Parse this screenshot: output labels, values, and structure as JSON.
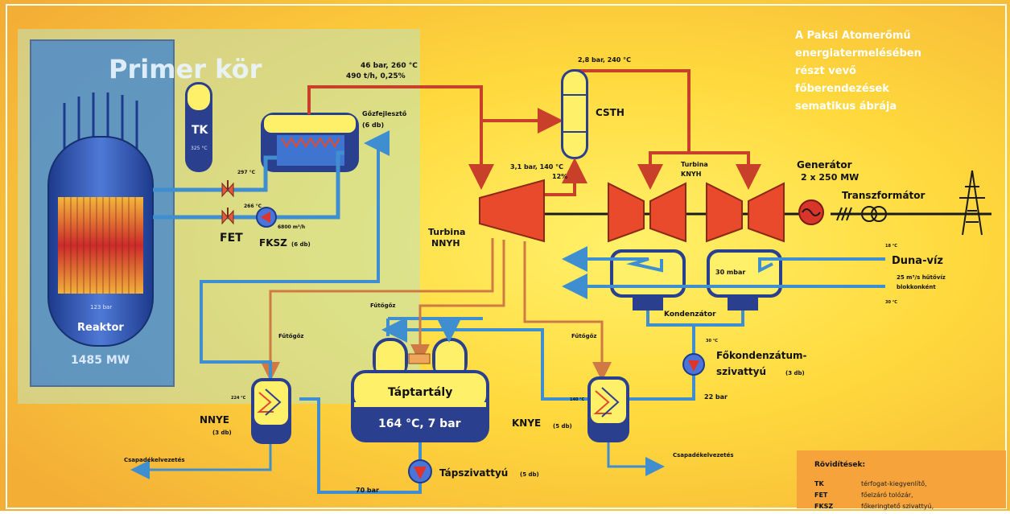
{
  "title": {
    "lines": [
      "A Paksi Atomerőmű",
      "energiatermelésében",
      "részt vevő",
      "főberendezések",
      "sematikus ábrája"
    ]
  },
  "primary": {
    "label": "Primer kör",
    "reactor_label": "Reaktor",
    "reactor_power": "1485 MW",
    "reactor_small": "123 bar",
    "tk_label": "TK",
    "tk_small": "325 °C",
    "fet_label": "FET",
    "fksz_label": "FKSZ",
    "fksz_count": "(6 db)",
    "temp_hot": "297 °C",
    "temp_cold": "266 °C",
    "flow": "6800 m³/h"
  },
  "steam_generator": {
    "label": "Gőzfejlesztő",
    "count": "(6 db)",
    "out_line1": "46 bar, 260 °C",
    "out_line2": "490 t/h, 0,25%"
  },
  "csth": {
    "label": "CSTH",
    "top_params": "2,8 bar, 240 °C",
    "in_line1": "3,1 bar, 140 °C",
    "in_line2": "12%"
  },
  "turbines": {
    "hp_line1": "Turbina",
    "hp_line2": "NNYH",
    "lp_line1": "Turbina",
    "lp_line2": "KNYH"
  },
  "generator": {
    "label": "Generátor",
    "rating": "2 x 250 MW",
    "transformer": "Transzformátor"
  },
  "condenser": {
    "pressure": "30 mbar",
    "label": "Kondenzátor",
    "river": "Duna-víz",
    "in_temp": "18 °C",
    "out_temp": "30 °C",
    "cooling_line1": "25 m³/s hűtővíz",
    "cooling_line2": "blokkonként"
  },
  "pumps": {
    "main_line1": "Főkondenzátum-",
    "main_line2": "szivattyú",
    "main_count": "(3 db)",
    "main_temp": "30 °C",
    "main_pressure": "22 bar",
    "feed_label": "Tápszivattyú",
    "feed_count": "(5 db)",
    "feed_pressure": "70 bar"
  },
  "feedwater_tank": {
    "label": "Táptartály",
    "params": "164 °C, 7 bar"
  },
  "heaters": {
    "nnye_label": "NNYE",
    "nnye_count": "(3 db)",
    "nnye_temp": "224 °C",
    "knye_label": "KNYE",
    "knye_count": "(5 db)",
    "knye_temp": "140 °C",
    "heating_steam": "Fűtőgőz",
    "condensate_drain": "Csapadékelvezetés"
  },
  "abbreviations": {
    "title": "Rövidítések:",
    "items": [
      {
        "key": "TK",
        "text": "térfogat-kiegyenlítő,"
      },
      {
        "key": "FET",
        "text": "főelzáró tolózár,"
      },
      {
        "key": "FKSZ",
        "text": "főkeringtető szivattyú,"
      }
    ]
  },
  "colors": {
    "background_light": "#ffe24a",
    "background_dark": "#f2a83a",
    "water_pipe": "#3f8fd0",
    "steam_pipe": "#d9472b",
    "heating_pipe": "#cf7a45",
    "equipment_body": "#2b3f8f",
    "equipment_fill": "#fff06a",
    "turbine": "#e8482c",
    "title_text": "#ffffff"
  }
}
